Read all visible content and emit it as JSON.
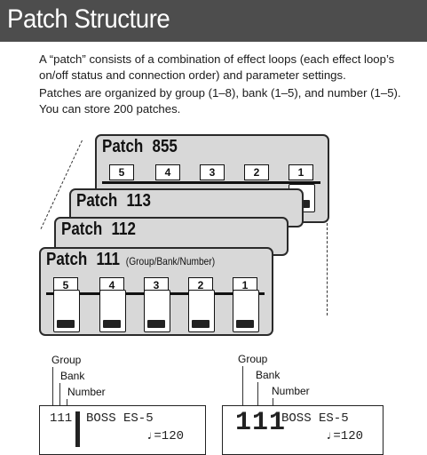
{
  "title": "Patch Structure",
  "paragraphs": [
    "A “patch” consists of a combination of effect loops (each effect loop’s on/off status and connection order) and parameter settings.",
    "Patches are organized by group (1–8), bank (1–5), and number (1–5). You can store 200 patches."
  ],
  "patches": [
    {
      "word": "Patch",
      "number": "855"
    },
    {
      "word": "Patch",
      "number": "113"
    },
    {
      "word": "Patch",
      "number": "112"
    },
    {
      "word": "Patch",
      "number": "111",
      "sub": "(Group/Bank/Number)"
    }
  ],
  "loop_numbers": [
    "5",
    "4",
    "3",
    "2",
    "1"
  ],
  "labels": {
    "group": "Group",
    "bank": "Bank",
    "number": "Number"
  },
  "display_left": {
    "patch": "111",
    "name": "BOSS ES-5",
    "tempo": "♩=120"
  },
  "display_right": {
    "patch": "111",
    "name": "BOSS ES-5",
    "tempo": "♩=120"
  }
}
